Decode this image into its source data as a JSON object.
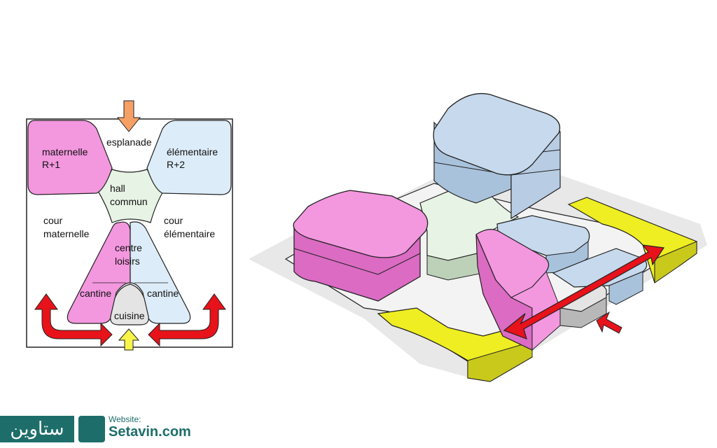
{
  "plan": {
    "labels": {
      "maternelle": "maternelle",
      "maternelle_level": "R+1",
      "esplanade": "esplanade",
      "elementaire": "élémentaire",
      "elementaire_level": "R+2",
      "hall_1": "hall",
      "hall_2": "commun",
      "cour_mat_1": "cour",
      "cour_mat_2": "maternelle",
      "cour_elem_1": "cour",
      "cour_elem_2": "élémentaire",
      "centre_1": "centre",
      "centre_2": "loisirs",
      "cantine_left": "cantine",
      "cantine_right": "cantine",
      "cuisine": "cuisine"
    }
  },
  "colors": {
    "maternelle": "#f397df",
    "elementaire": "#dcecf8",
    "axo_blue": "#c7d9ec",
    "hall": "#e7f3e4",
    "cuisine": "#e4e4e4",
    "arrow_red": "#e8121a",
    "arrow_orange": "#f7a066",
    "arrow_yellow": "#f7f44a",
    "yellow_band": "#eeee22",
    "watermark": "#1d6e6a"
  },
  "watermark": {
    "name": "ستاوین",
    "site_label": "Website:",
    "site": "Setavin.com"
  }
}
